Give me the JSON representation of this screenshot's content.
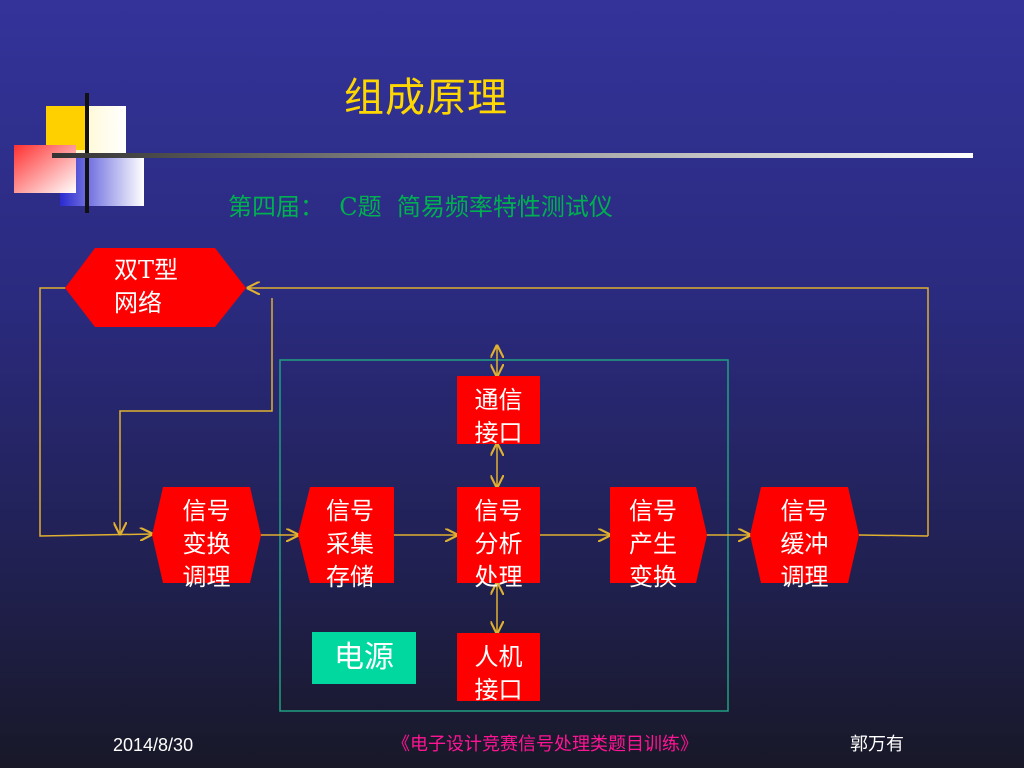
{
  "slide": {
    "title": "组成原理",
    "subtitle": "第四届：  C题  简易频率特性测试仪"
  },
  "diagram": {
    "twin_t_network": [
      "双T型",
      "网络"
    ],
    "comm_interface": [
      "通信",
      "接口"
    ],
    "signal_conditioning": [
      "信号",
      "变换",
      "调理"
    ],
    "signal_acquisition": [
      "信号",
      "采集",
      "存储"
    ],
    "signal_analysis": [
      "信号",
      "分析",
      "处理"
    ],
    "signal_generation": [
      "信号",
      "产生",
      "变换"
    ],
    "signal_buffer": [
      "信号",
      "缓冲",
      "调理"
    ],
    "hmi_interface": [
      "人机",
      "接口"
    ],
    "power": "电源"
  },
  "footer": {
    "date": "2014/8/30",
    "course": "《电子设计竞赛信号处理类题目训练》",
    "author": "郭万有"
  },
  "colors": {
    "block": "#ff0000",
    "power_block": "#00d8a0",
    "arrow": "#e0b030",
    "frame": "#20a080",
    "title": "#ffd700",
    "subtitle": "#00b050",
    "course": "#ff1493"
  }
}
